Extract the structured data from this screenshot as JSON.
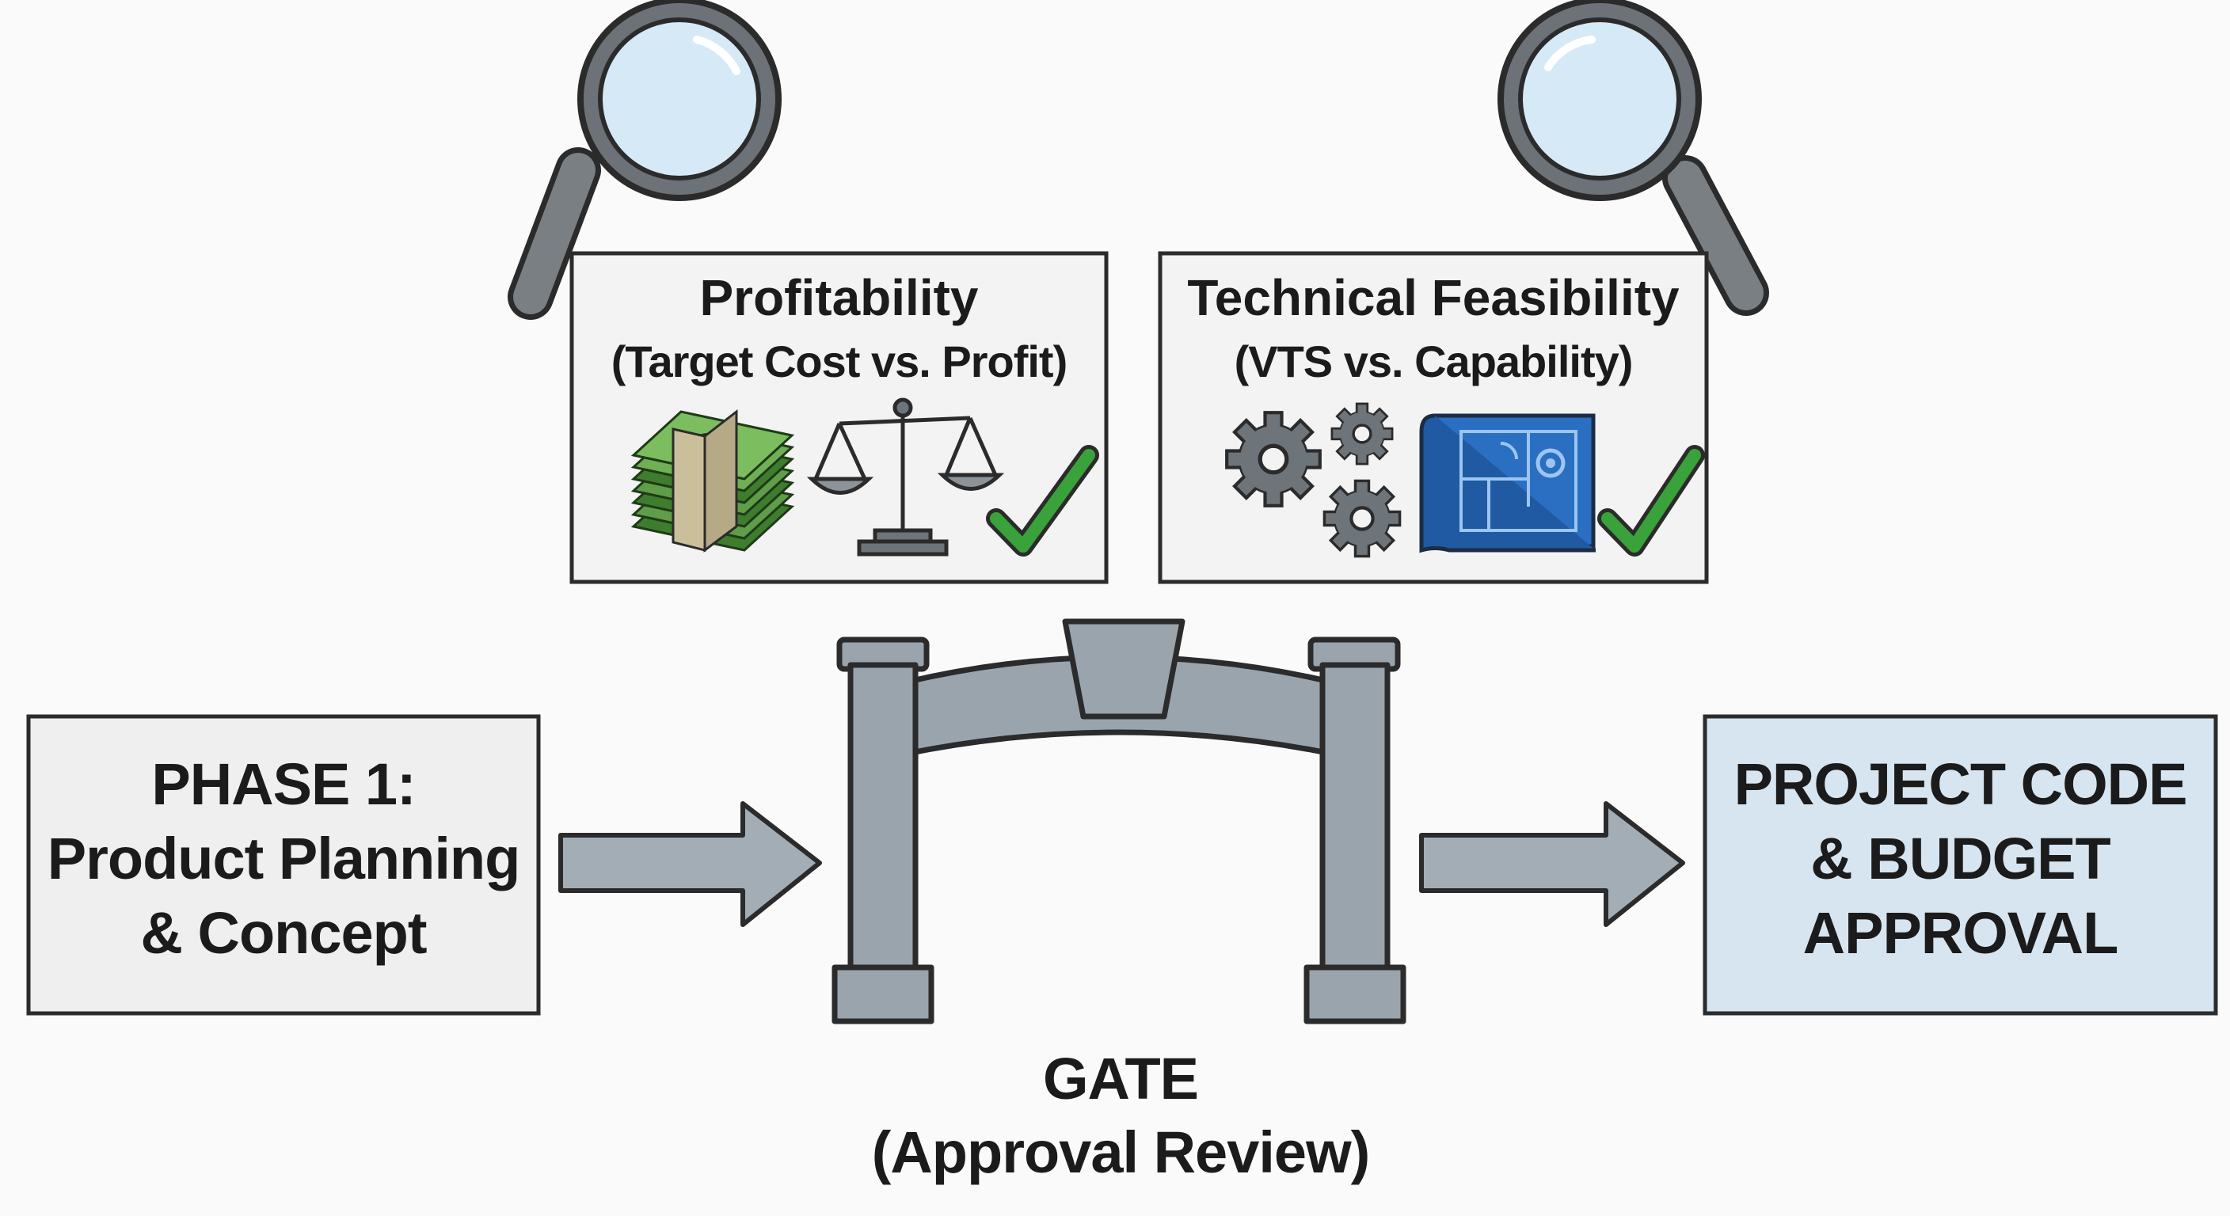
{
  "phase": {
    "line1": "PHASE 1:",
    "line2": "Product Planning",
    "line3": "& Concept"
  },
  "outcome": {
    "line1": "PROJECT CODE",
    "line2": "& BUDGET",
    "line3": "APPROVAL"
  },
  "gate": {
    "line1": "GATE",
    "line2": "(Approval Review)"
  },
  "criteria": [
    {
      "title": "Profitability",
      "subtitle": "(Target Cost vs. Profit)",
      "icons": [
        "money-stack-icon",
        "balance-scale-icon",
        "checkmark-icon"
      ]
    },
    {
      "title": "Technical Feasibility",
      "subtitle": "(VTS vs. Capability)",
      "icons": [
        "gears-icon",
        "blueprint-icon",
        "checkmark-icon"
      ]
    }
  ],
  "colors": {
    "background": "#fafafa",
    "phase_box": "#efefef",
    "outcome_box": "#d7e5f0",
    "criteria_box": "#f3f3f3",
    "gate_fill": "#9aa4ad",
    "arrow_fill": "#a3adb6",
    "check_green": "#3aa23a",
    "money_green": "#5f9d48",
    "blueprint_blue": "#2a6fc1",
    "lens_blue": "#d6e9f6"
  }
}
